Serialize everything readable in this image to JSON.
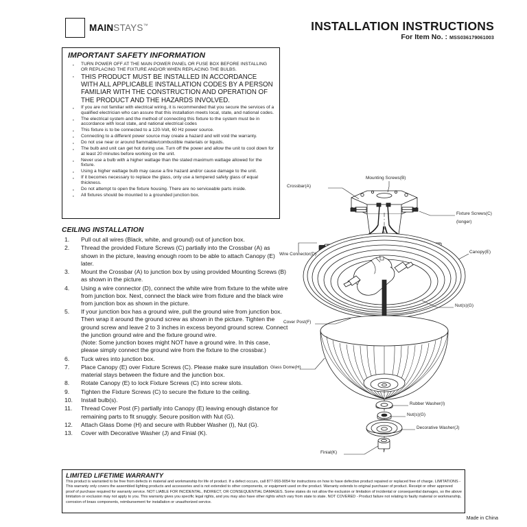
{
  "header": {
    "brand_bold": "MAIN",
    "brand_light": "STAYS",
    "brand_tm": "™",
    "title": "INSTALLATION INSTRUCTIONS",
    "item_label": "For Item No. :",
    "item_number": "MSS036179061003"
  },
  "safety": {
    "title": "IMPORTANT SAFETY INFORMATION",
    "bullets": [
      {
        "size": "small",
        "text": "TURN POWER OFF AT THE MAIN POWER PANEL OR FUSE BOX BEFORE INSTALLING OR REPLACING THE FIXTURE AND/OR WHEN REPLACING THE BULBS."
      },
      {
        "size": "big",
        "text": "THIS PRODUCT MUST BE INSTALLED IN ACCORDANCE WITH ALL APPLICABLE INSTALLATION CODES BY A PERSON FAMILIAR WITH THE CONSTRUCTION AND OPERATION OF THE PRODUCT AND THE HAZARDS INVOLVED."
      },
      {
        "size": "small",
        "text": "If you are not familiar with electrical wiring, it is recommended that you secure the services of a qualified electrician who can assure that this installation meets local, state, and national codes."
      },
      {
        "size": "small",
        "text": "The electrical system and the method of connecting this fixture to the system must be in accordance with local state, and national electrical codes"
      },
      {
        "size": "small",
        "text": "This fixture is to be connected to a 120-Volt, 60 Hz power source."
      },
      {
        "size": "small",
        "text": "Connecting to a different power source may create a hazard and will void the warranty."
      },
      {
        "size": "small",
        "text": "Do not use near or around flammable/combustible materials or liquids."
      },
      {
        "size": "small",
        "text": "The bulb and unit can get hot during use. Turn off the power and allow the unit to cool down for at least 20 minutes before working on the unit."
      },
      {
        "size": "small",
        "text": "Never use a bulb with a higher wattage than the stated maximum wattage allowed for the fixture."
      },
      {
        "size": "small",
        "text": "Using a higher wattage bulb may cause a fire hazard and/or cause damage to the unit."
      },
      {
        "size": "small",
        "text": "If it becomes necessary to replace the glass, only use a tempered safety glass of equal thickness."
      },
      {
        "size": "small",
        "text": "Do not attempt to open the fixture housing. There are no serviceable parts inside."
      },
      {
        "size": "small",
        "text": "All fixtures should be mounted to a grounded junction box."
      }
    ]
  },
  "install": {
    "title": "CEILING INSTALLATION",
    "steps": [
      {
        "num": "1.",
        "text": "Pull out all wires (Black, white, and ground) out of junction box."
      },
      {
        "num": "2.",
        "text": "Thread the provided Fixture Screws (C) partially into the Crossbar (A) as shown in the picture, leaving enough room to be able to attach Canopy (E) later."
      },
      {
        "num": "3.",
        "text": "Mount the Crossbar (A) to junction box by using provided Mounting Screws (B) as shown in the picture."
      },
      {
        "num": "4.",
        "text": "Using a wire connector (D), connect the white wire from fixture to the white wire from junction box. Next, connect the black wire from fixture and the black wire from junction box as shown in the picture."
      },
      {
        "num": "5.",
        "text": "If your junction box has a ground wire, pull the ground wire from junction box. Then wrap it around the ground screw as shown in the picture. Tighten the ground screw and leave 2 to 3 inches in excess beyond ground screw. Connect the junction ground wire and the fixture ground wire.",
        "note": "(Note: Some junction boxes might NOT have a ground wire. In this case, please simply connect the ground wire from the fixture to the crossbar.)"
      },
      {
        "num": "6.",
        "text": "Tuck  wires into junction box."
      },
      {
        "num": "7.",
        "text": "Place Canopy (E) over Fixture Screws (C). Please make sure insulation material stays between the fixture and the junction box."
      },
      {
        "num": "8.",
        "text": "Rotate Canopy (E) to lock Fixture Screws (C) into screw slots."
      },
      {
        "num": "9.",
        "text": "Tighten the Fixture Screws (C) to secure the fixture to the ceiling."
      },
      {
        "num": "10.",
        "text": "Install bulb(s)."
      },
      {
        "num": "11.",
        "text": "Thread Cover Post (F) partially into Canopy (E) leaving enough distance for remaining parts to fit snuggly. Secure position with Nut (G)."
      },
      {
        "num": "12.",
        "text": "Attach Glass Dome (H) and secure with Rubber Washer (I), Nut (G)."
      },
      {
        "num": "13.",
        "text": "Cover with Decorative Washer (J) and Finial (K)."
      }
    ]
  },
  "diagram": {
    "labels": {
      "crossbar": "Crossbar(A)",
      "mounting_screws": "Mounting Screws(B)",
      "fixture_screws": "Fixture Screws(C)",
      "fixture_screws_note": "(longer)",
      "wire_connector": "Wire Connector(D)",
      "canopy": "Canopy(E)",
      "cover_post": "Cover Post(F)",
      "nuts": "Nut(s)(G)",
      "glass_dome": "Glass Dome(H)",
      "rubber_washer": "Rubber Washer(I)",
      "nuts2": "Nut(s)(G)",
      "decorative_washer": "Decorative Washer(J)",
      "finial": "Finial(K)"
    }
  },
  "warranty": {
    "title": "LIMITED LIFETIME WARRANTY",
    "body": "This product is warranted to be free from defects in material and workmanship for life of product. If a defect occurs, call 877-993-9054 for instructions on how to have defective product repaired or replaced free of charge. LIMITATIONS - This warranty only covers the assembled lighting products and accessories and is not extended to other components, or equipment used on the product. Warranty extends to original purchaser of  product. Receipt or other approved proof of purchase required for warranty service. NOT LIABLE FOR INCIDENTAL, INDIRECT, OR CONSEQUENTIAL DAMAGES. Some states do not allow the exclusion or limitation of incidental or consequential damages, so the above limitation or exclusion may not apply to you. This warranty gives you specific legal rights, and you may also have other rights which vary from state to state. NOT COVERED - Product failure not relating to faulty material or workmanship, corrosion of brass components, reimbursement for installation or unauthorized service."
  },
  "footer": {
    "made_in": "Made in China"
  }
}
